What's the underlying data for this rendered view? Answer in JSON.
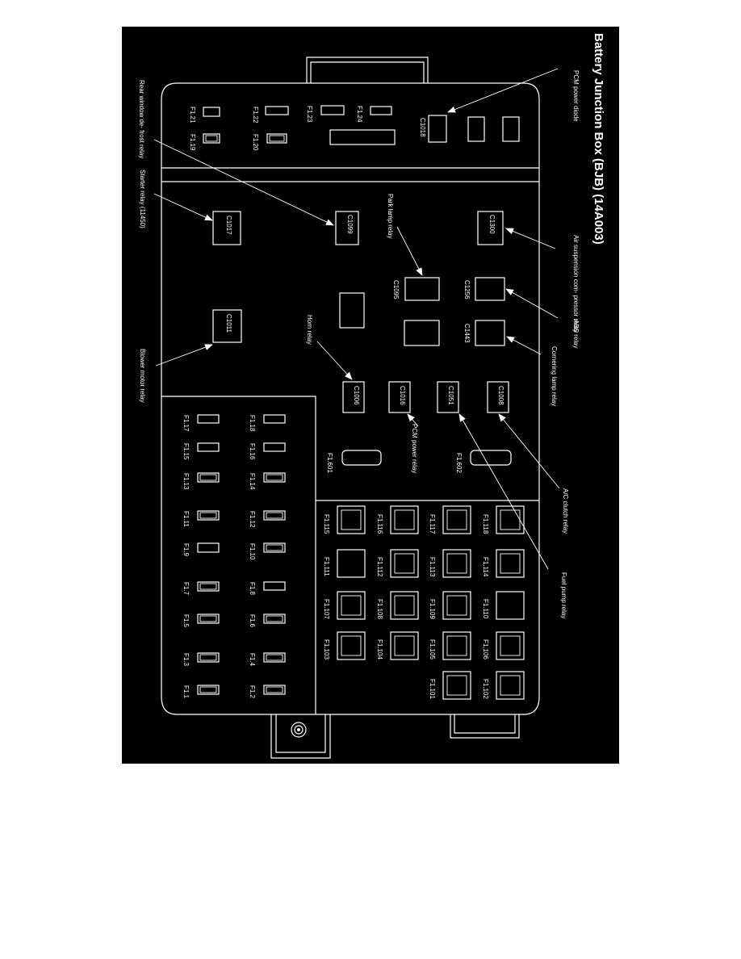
{
  "title": "Battery Junction Box (BJB) (14A003)",
  "colors": {
    "background": "#000000",
    "line": "#ffffff",
    "page": "#ffffff"
  },
  "callouts": {
    "pcm_power_diode": "PCM power diode",
    "rear_window_defrost_relay": "Rear window de- frost relay",
    "starter_relay": "Starter relay (11450)",
    "air_suspension_compressor_relay": "Air suspension com- pressor relay",
    "park_lamp_relay": "Park lamp relay",
    "abs_relay": "ABS relay",
    "cornering_lamp_relay": "Cornering lamp relay",
    "horn_relay": "Horn relay",
    "blower_motor_relay": "Blower motor relay",
    "pcm_power_relay": "PCM power relay",
    "ac_clutch_relay": "A/C clutch relay",
    "fuel_pump_relay": "Fuel pump relay"
  },
  "connectors": {
    "c1018": "C1018",
    "c1300": "C1300",
    "c1099": "C1099",
    "c1017": "C1017",
    "c1256": "C1256",
    "c1095": "C1095",
    "c1443": "C1443",
    "c1011": "C1011",
    "c1008": "C1008",
    "c1051": "C1051",
    "c1016": "C1016",
    "c1006": "C1006"
  },
  "fuses": {
    "f1_1": "F1.1",
    "f1_2": "F1.2",
    "f1_3": "F1.3",
    "f1_4": "F1.4",
    "f1_5": "F1.5",
    "f1_6": "F1.6",
    "f1_7": "F1.7",
    "f1_8": "F1.8",
    "f1_9": "F1.9",
    "f1_10": "F1.10",
    "f1_11": "F1.11",
    "f1_12": "F1.12",
    "f1_13": "F1.13",
    "f1_14": "F1.14",
    "f1_15": "F1.15",
    "f1_16": "F1.16",
    "f1_17": "F1.17",
    "f1_18": "F1.18",
    "f1_19": "F1.19",
    "f1_20": "F1.20",
    "f1_21": "F1.21",
    "f1_22": "F1.22",
    "f1_23": "F1.23",
    "f1_24": "F1.24",
    "f1_601": "F1.601",
    "f1_602": "F1.602",
    "f1_101": "F1.101",
    "f1_102": "F1.102",
    "f1_103": "F1.103",
    "f1_104": "F1.104",
    "f1_105": "F1.105",
    "f1_106": "F1.106",
    "f1_107": "F1.107",
    "f1_108": "F1.108",
    "f1_109": "F1.109",
    "f1_110": "F1.110",
    "f1_111": "F1.111",
    "f1_112": "F1.112",
    "f1_113": "F1.113",
    "f1_114": "F1.114",
    "f1_115": "F1.115",
    "f1_116": "F1.116",
    "f1_117": "F1.117",
    "f1_118": "F1.118"
  }
}
